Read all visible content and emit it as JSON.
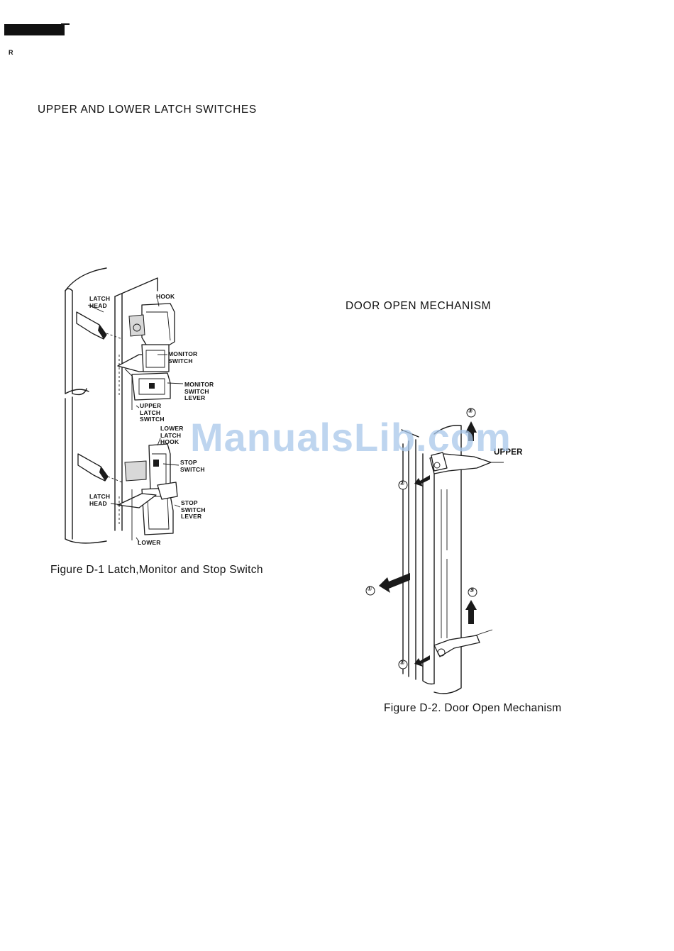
{
  "page": {
    "corner_mark": "R"
  },
  "section1": {
    "heading": "UPPER AND LOWER LATCH SWITCHES"
  },
  "section2": {
    "heading": "DOOR OPEN MECHANISM"
  },
  "figure1": {
    "caption": "Figure D-1  Latch,Monitor and Stop Switch",
    "labels": {
      "latch_head_top": "LATCH\nHEAD",
      "hook": "HOOK",
      "monitor_switch": "MONITOR\nSWITCH",
      "monitor_switch_lever": "MONITOR\nSWITCH\nLEVER",
      "upper_latch_switch": "UPPER\nLATCH\nSWITCH",
      "lower_latch_hook": "LOWER\nLATCH\nHOOK",
      "stop_switch": "STOP\nSWITCH",
      "latch_head_bottom": "LATCH\nHEAD",
      "stop_switch_lever": "STOP\nSWITCH\nLEVER",
      "lower": "LOWER"
    }
  },
  "figure2": {
    "caption": "Figure D-2. Door Open Mechanism",
    "labels": {
      "upper": "UPPER"
    },
    "step_markers": {
      "step1": "①",
      "step2": "②",
      "step3": "③"
    }
  },
  "watermark": {
    "text": "ManualsLib.com",
    "color": "#a9c8ea"
  }
}
